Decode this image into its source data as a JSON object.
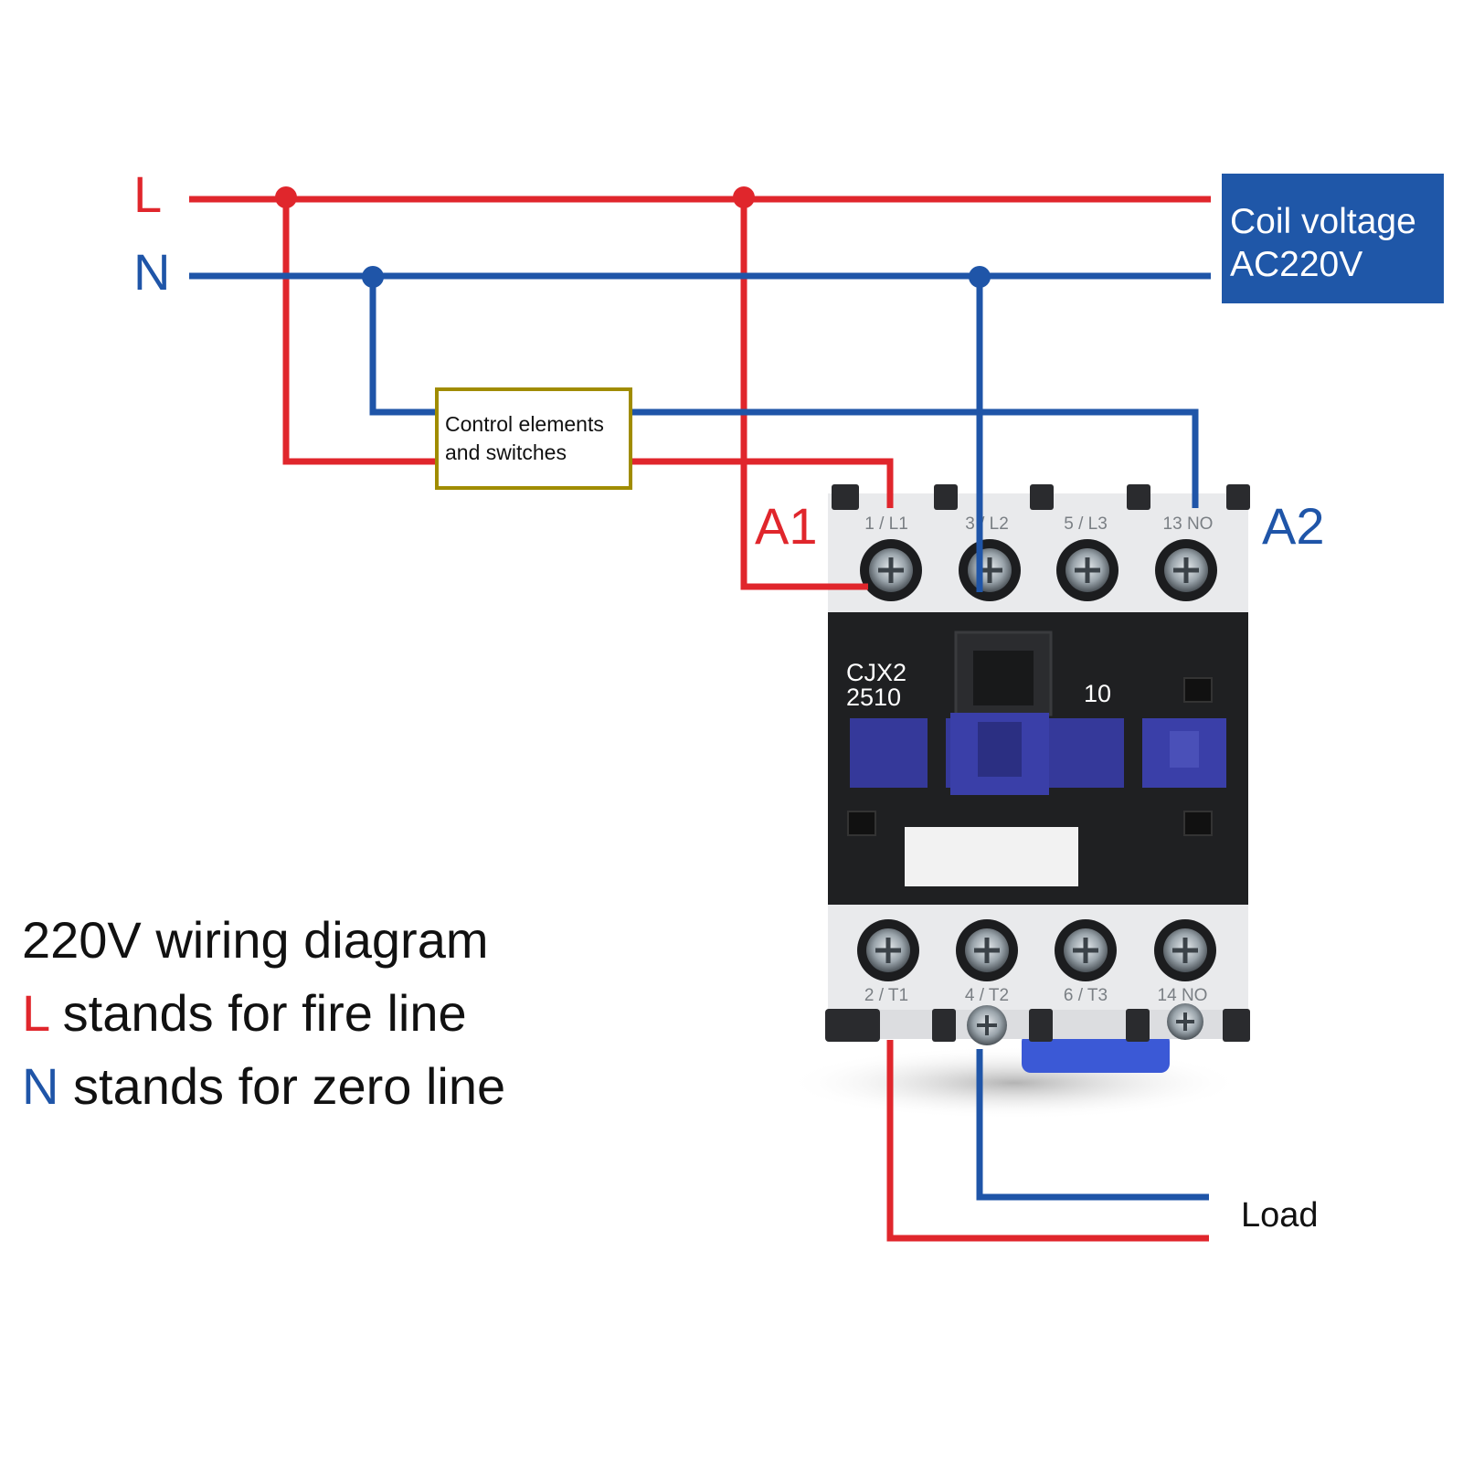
{
  "rails": {
    "live_label": "L",
    "neutral_label": "N"
  },
  "coil_box": {
    "line1": "Coil voltage",
    "line2": "AC220V"
  },
  "control_box": {
    "line1": "Control elements",
    "line2": "and switches"
  },
  "coil_terminals": {
    "a1": "A1",
    "a2": "A2"
  },
  "contactor": {
    "model_line1": "CJX2",
    "model_line2": "2510",
    "aux_code": "10",
    "top_terminals": [
      "1 / L1",
      "3 / L2",
      "5 / L3",
      "13 NO"
    ],
    "bottom_terminals": [
      "2 / T1",
      "4 / T2",
      "6 / T3",
      "14 NO"
    ]
  },
  "load_label": "Load",
  "legend": {
    "title": "220V wiring diagram",
    "l_letter": "L",
    "l_text": " stands for fire line",
    "n_letter": "N",
    "n_text": " stands for zero line"
  },
  "colors": {
    "live": "#e0262c",
    "neutral": "#1f55a8",
    "coil_box": "#1f57a8",
    "control_border": "#a08c00",
    "contactor_dark": "#1f2022",
    "contactor_light": "#e9eaec",
    "slider": "#35399a"
  }
}
